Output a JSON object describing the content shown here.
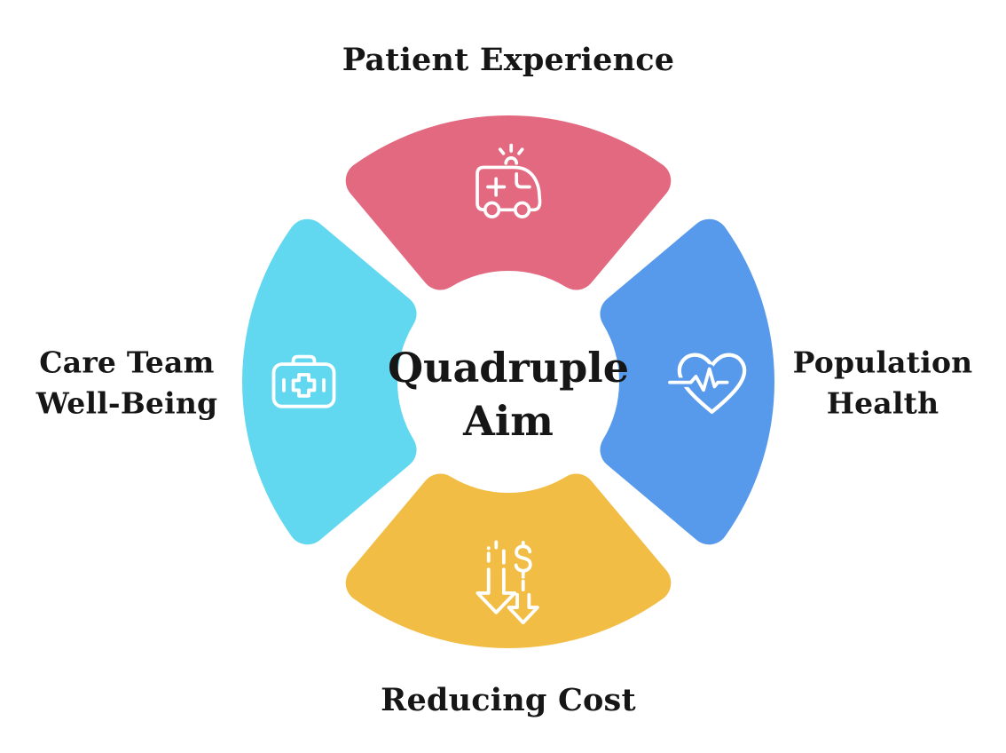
{
  "diagram_title": "Quadruple Aim",
  "center_title": "Quadruple Aim",
  "segments": [
    {
      "label": "Patient Experience",
      "color": "#E2697F",
      "icon": "ambulance-icon",
      "position": "top"
    },
    {
      "label": "Population Health",
      "color": "#5799EB",
      "icon": "heart-pulse-icon",
      "position": "right"
    },
    {
      "label": "Reducing Cost",
      "color": "#F2BD45",
      "icon": "dollar-decrease-icon",
      "position": "bottom"
    },
    {
      "label": "Care Team Well-Being",
      "color": "#62D8F0",
      "icon": "first-aid-kit-icon",
      "position": "left"
    }
  ],
  "icon_stroke": "#FFFFFF",
  "text_color": "#161616",
  "background": "#FFFFFF"
}
